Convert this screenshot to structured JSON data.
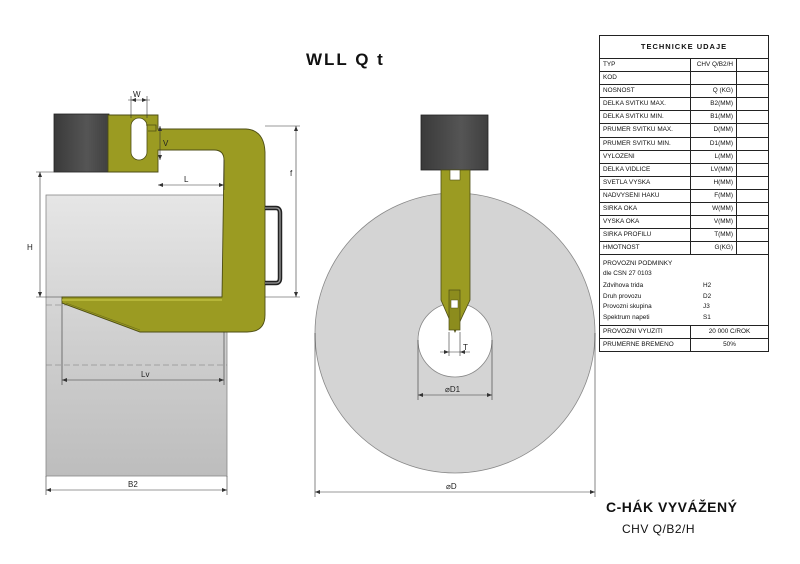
{
  "heading": "WLL Q t",
  "title": "C-HÁK VYVÁŽENÝ",
  "subtitle": "CHV Q/B2/H",
  "dims": {
    "w": "W",
    "v": "V",
    "l": "L",
    "h": "H",
    "f": "f",
    "lv": "Lv",
    "b2": "B2",
    "t": "T",
    "d1": "⌀D1",
    "d": "⌀D"
  },
  "colors": {
    "hook": "#9b9b22",
    "hook_stroke": "#4d4d14",
    "coil": "#d4d4d4",
    "weight": "#4a4a4a"
  },
  "tech": {
    "title": "TECHNICKE UDAJE",
    "rows": [
      {
        "label": "TYP",
        "value": "CHV Q/B2/H"
      },
      {
        "label": "KOD",
        "value": ""
      },
      {
        "label": "NOSNOST",
        "value": "Q (kg)"
      },
      {
        "label": "DELKA SVITKU MAX.",
        "value": "B2(mm)"
      },
      {
        "label": "DELKA SVITKU MIN.",
        "value": "B1(mm)"
      },
      {
        "label": "PRUMER SVITKU MAX.",
        "value": "D(mm)"
      },
      {
        "label": "PRUMER SVITKU MIN.",
        "value": "D1(mm)"
      },
      {
        "label": "VYLOZENI",
        "value": "L(mm)"
      },
      {
        "label": "DELKA VIDLICE",
        "value": "Lv(mm)"
      },
      {
        "label": "SVETLA VYSKA",
        "value": "H(mm)"
      },
      {
        "label": "NADVYSENI HAKU",
        "value": "f(mm)"
      },
      {
        "label": "SIRKA OKA",
        "value": "W(mm)"
      },
      {
        "label": "VYSKA OKA",
        "value": "V(mm)"
      },
      {
        "label": "SIRKA PROFILU",
        "value": "T(mm)"
      },
      {
        "label": "HMOTNOST",
        "value": "G(kg)"
      }
    ],
    "conditions_title": "PROVOZNI PODMINKY",
    "conditions_norm": "dle CSN 27 0103",
    "conditions": [
      {
        "label": "Zdvihova trida",
        "value": "H2"
      },
      {
        "label": "Druh provozu",
        "value": "D2"
      },
      {
        "label": "Provozni skupina",
        "value": "J3"
      },
      {
        "label": "Spektrum napeti",
        "value": "S1"
      }
    ],
    "bottom_rows": [
      {
        "label": "PROVOZNI VYUZITI",
        "value": "20 000 c/rok"
      },
      {
        "label": "PRUMERNE BREMENO",
        "value": "50%"
      }
    ]
  }
}
